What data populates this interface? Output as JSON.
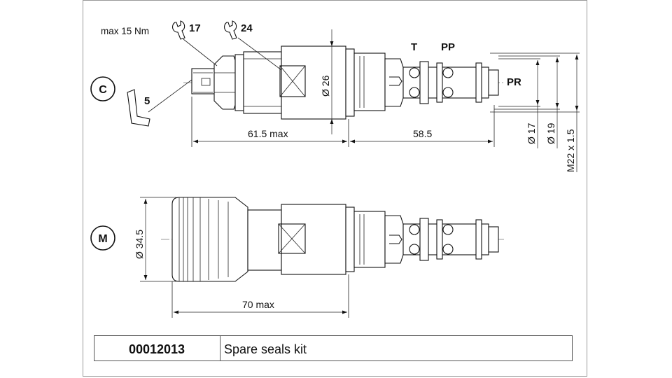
{
  "torque_label": "max 15 Nm",
  "wrench_small": "17",
  "wrench_large": "24",
  "hex_key": "5",
  "version_c": "C",
  "version_m": "M",
  "port_t": "T",
  "port_pp": "PP",
  "port_pr": "PR",
  "dia_body": "Ø 26",
  "dia_17": "Ø 17",
  "dia_19": "Ø 19",
  "thread": "M22 x 1.5",
  "len_c_head": "61.5 max",
  "len_cartridge": "58.5",
  "dia_knob": "Ø 34.5",
  "len_m_head": "70 max",
  "kit_code": "00012013",
  "kit_description": "Spare seals kit"
}
